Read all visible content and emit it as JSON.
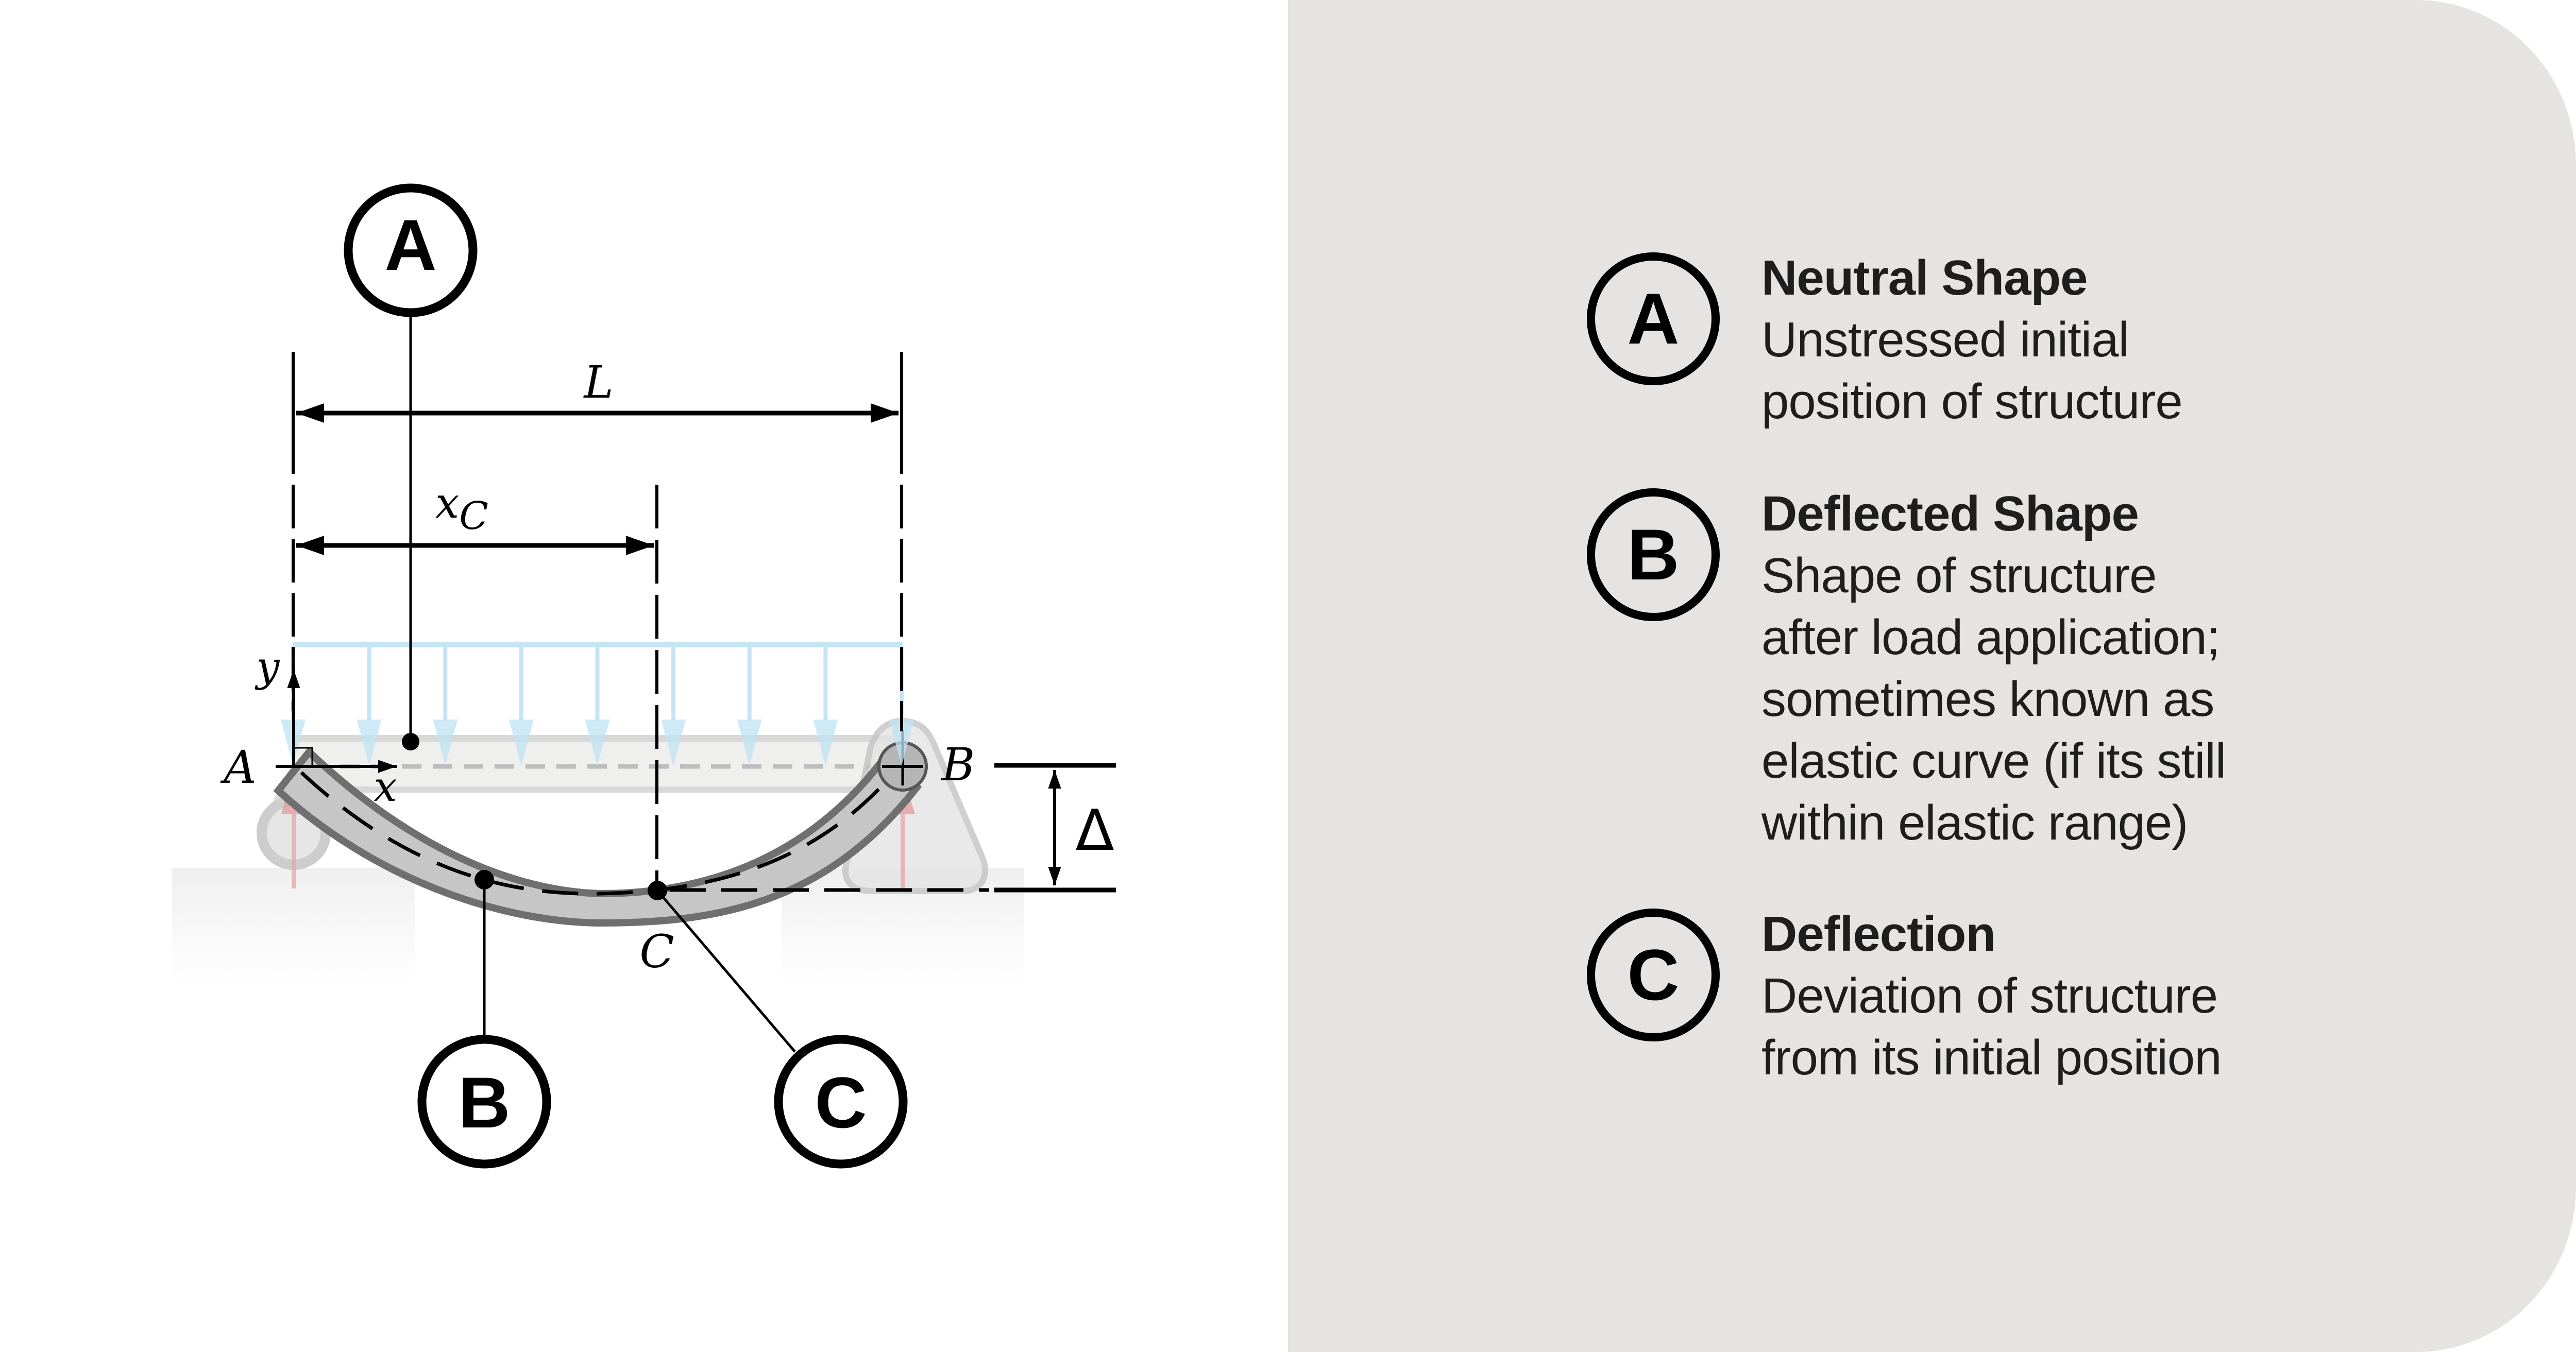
{
  "diagram": {
    "labels": {
      "span": "L",
      "xc_main": "x",
      "xc_sub": "C",
      "y_axis": "y",
      "x_axis": "x",
      "support_a": "A",
      "support_b": "B",
      "point_c": "C",
      "deflection": "Δ"
    },
    "callouts": [
      {
        "id": "A",
        "letter": "A"
      },
      {
        "id": "B",
        "letter": "B"
      },
      {
        "id": "C",
        "letter": "C"
      }
    ],
    "colors": {
      "load": "#bfe3f4",
      "reaction": "#e8a3a8",
      "beam_fill": "#c6c6c6",
      "beam_stroke": "#6f6f6f",
      "neutral_fill": "#efefee",
      "panel": "#e5e4e2",
      "ink": "#000000"
    }
  },
  "legend": [
    {
      "letter": "A",
      "title": "Neutral Shape",
      "lines": [
        "Unstressed initial",
        "position of structure"
      ]
    },
    {
      "letter": "B",
      "title": "Deflected Shape",
      "lines": [
        "Shape of structure",
        "after load application;",
        "sometimes known as",
        "elastic curve (if its still",
        "within elastic range)"
      ]
    },
    {
      "letter": "C",
      "title": "Deflection",
      "lines": [
        "Deviation of structure",
        "from its initial position"
      ]
    }
  ]
}
